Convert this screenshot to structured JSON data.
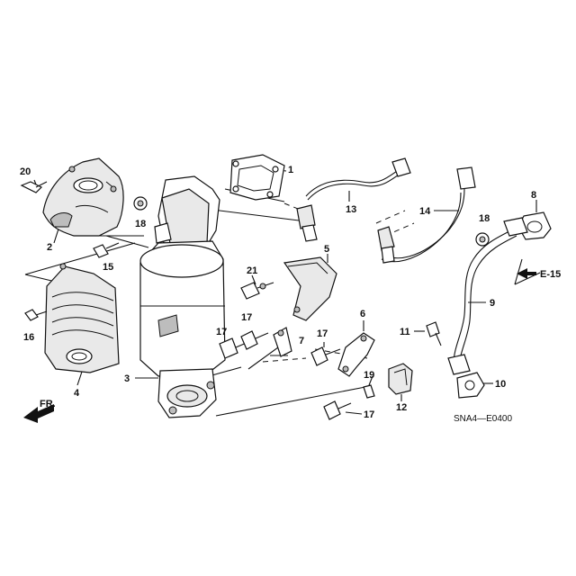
{
  "diagram_code": "SNA4—E0400",
  "direction_label": "FR.",
  "ref_label": "E-15",
  "callouts": {
    "c1": "1",
    "c2": "2",
    "c3": "3",
    "c4": "4",
    "c5": "5",
    "c6": "6",
    "c7": "7",
    "c8": "8",
    "c9": "9",
    "c10": "10",
    "c11": "11",
    "c12": "12",
    "c13": "13",
    "c14": "14",
    "c15": "15",
    "c16": "16",
    "c17a": "17",
    "c17b": "17",
    "c17c": "17",
    "c17d": "17",
    "c18a": "18",
    "c18b": "18",
    "c19": "19",
    "c20": "20",
    "c21": "21"
  }
}
